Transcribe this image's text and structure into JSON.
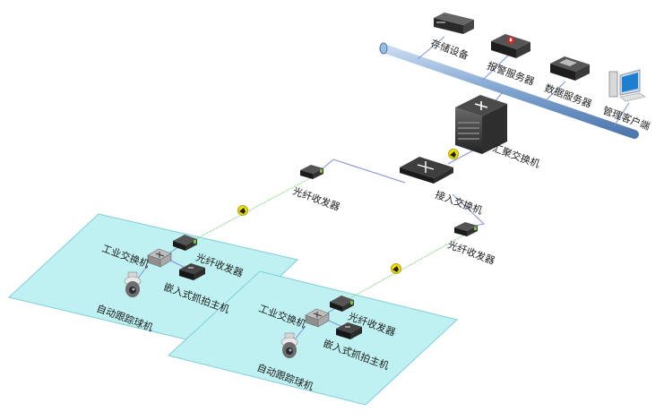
{
  "colors": {
    "backbone_bus": "#7ea3cf",
    "zone_fill": "#bff0f2",
    "zone_stroke": "#7fcfd6",
    "fiber_link": "#86d48c",
    "copper_link": "#7f8fd8",
    "connector_badge": "#f0e000"
  },
  "labels": {
    "storage_device": "存储设备",
    "alarm_server": "报警服务器",
    "data_server": "数据服务器",
    "management_client": "管理客户端",
    "aggregation_switch": "汇聚交换机",
    "access_switch": "接入交换机",
    "fiber_transceiver_upper": "光纤收发器",
    "fiber_transceiver_right": "光纤收发器"
  },
  "zones": [
    {
      "industrial_switch": "工业交换机",
      "fiber_transceiver": "光纤收发器",
      "embedded_capture_host": "嵌入式抓拍主机",
      "auto_tracking_dome": "自动跟踪球机"
    },
    {
      "industrial_switch": "工业交换机",
      "fiber_transceiver": "光纤收发器",
      "embedded_capture_host": "嵌入式抓拍主机",
      "auto_tracking_dome": "自动跟踪球机"
    }
  ],
  "icons": {
    "server": "server-icon",
    "switch": "network-switch-icon",
    "transceiver": "fiber-transceiver-icon",
    "camera": "dome-camera-icon",
    "pc": "desktop-computer-icon",
    "connector": "fiber-connector-icon"
  }
}
